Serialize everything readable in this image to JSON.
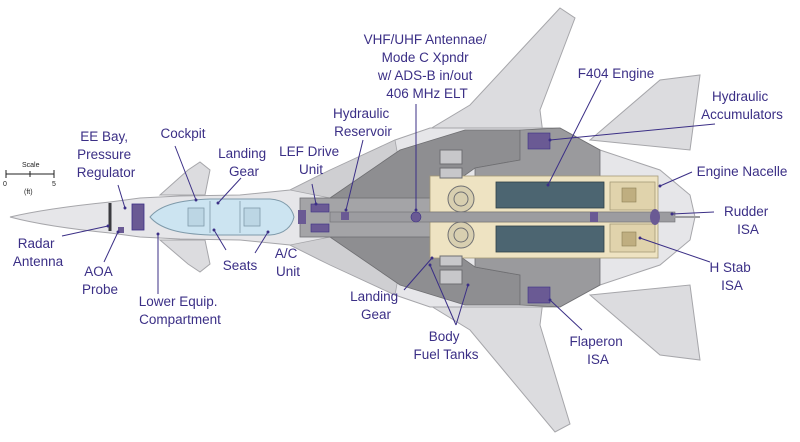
{
  "colors": {
    "label": "#3b2f86",
    "airframe": "#e3e3e6",
    "airframe_stroke": "#a6a6aa",
    "wing": "#d7d7da",
    "fuel_tank": "#8f8f92",
    "fuel_tank_light": "#b3b3b6",
    "engine_bay": "#efe6c8",
    "engine_core": "#4d6470",
    "cockpit": "#cfe6f2",
    "component": "#6a5a94"
  },
  "scale": {
    "title": "Scale",
    "unit": "(ft)",
    "ticks": [
      "0",
      "5"
    ]
  },
  "labels": {
    "radar_antenna": [
      "Radar",
      "Antenna"
    ],
    "aoa_probe": [
      "AOA",
      "Probe"
    ],
    "ee_bay": [
      "EE Bay,",
      "Pressure",
      "Regulator"
    ],
    "cockpit": [
      "Cockpit"
    ],
    "landing_gear_nose": [
      "Landing",
      "Gear"
    ],
    "lower_equip": [
      "Lower Equip.",
      "Compartment"
    ],
    "seats": [
      "Seats"
    ],
    "ac_unit": [
      "A/C",
      "Unit"
    ],
    "lef_drive": [
      "LEF Drive",
      "Unit"
    ],
    "hydraulic_reservoir": [
      "Hydraulic",
      "Reservoir"
    ],
    "vhf_uhf": [
      "VHF/UHF Antennae/",
      "Mode C Xpndr",
      "w/ ADS-B in/out",
      "406 MHz ELT"
    ],
    "landing_gear_main": [
      "Landing",
      "Gear"
    ],
    "body_fuel_tanks": [
      "Body",
      "Fuel Tanks"
    ],
    "f404_engine": [
      "F404 Engine"
    ],
    "hydraulic_accumulators": [
      "Hydraulic",
      "Accumulators"
    ],
    "engine_nacelle": [
      "Engine Nacelle"
    ],
    "rudder_isa": [
      "Rudder",
      "ISA"
    ],
    "h_stab_isa": [
      "H Stab",
      "ISA"
    ],
    "flaperon_isa": [
      "Flaperon",
      "ISA"
    ]
  }
}
